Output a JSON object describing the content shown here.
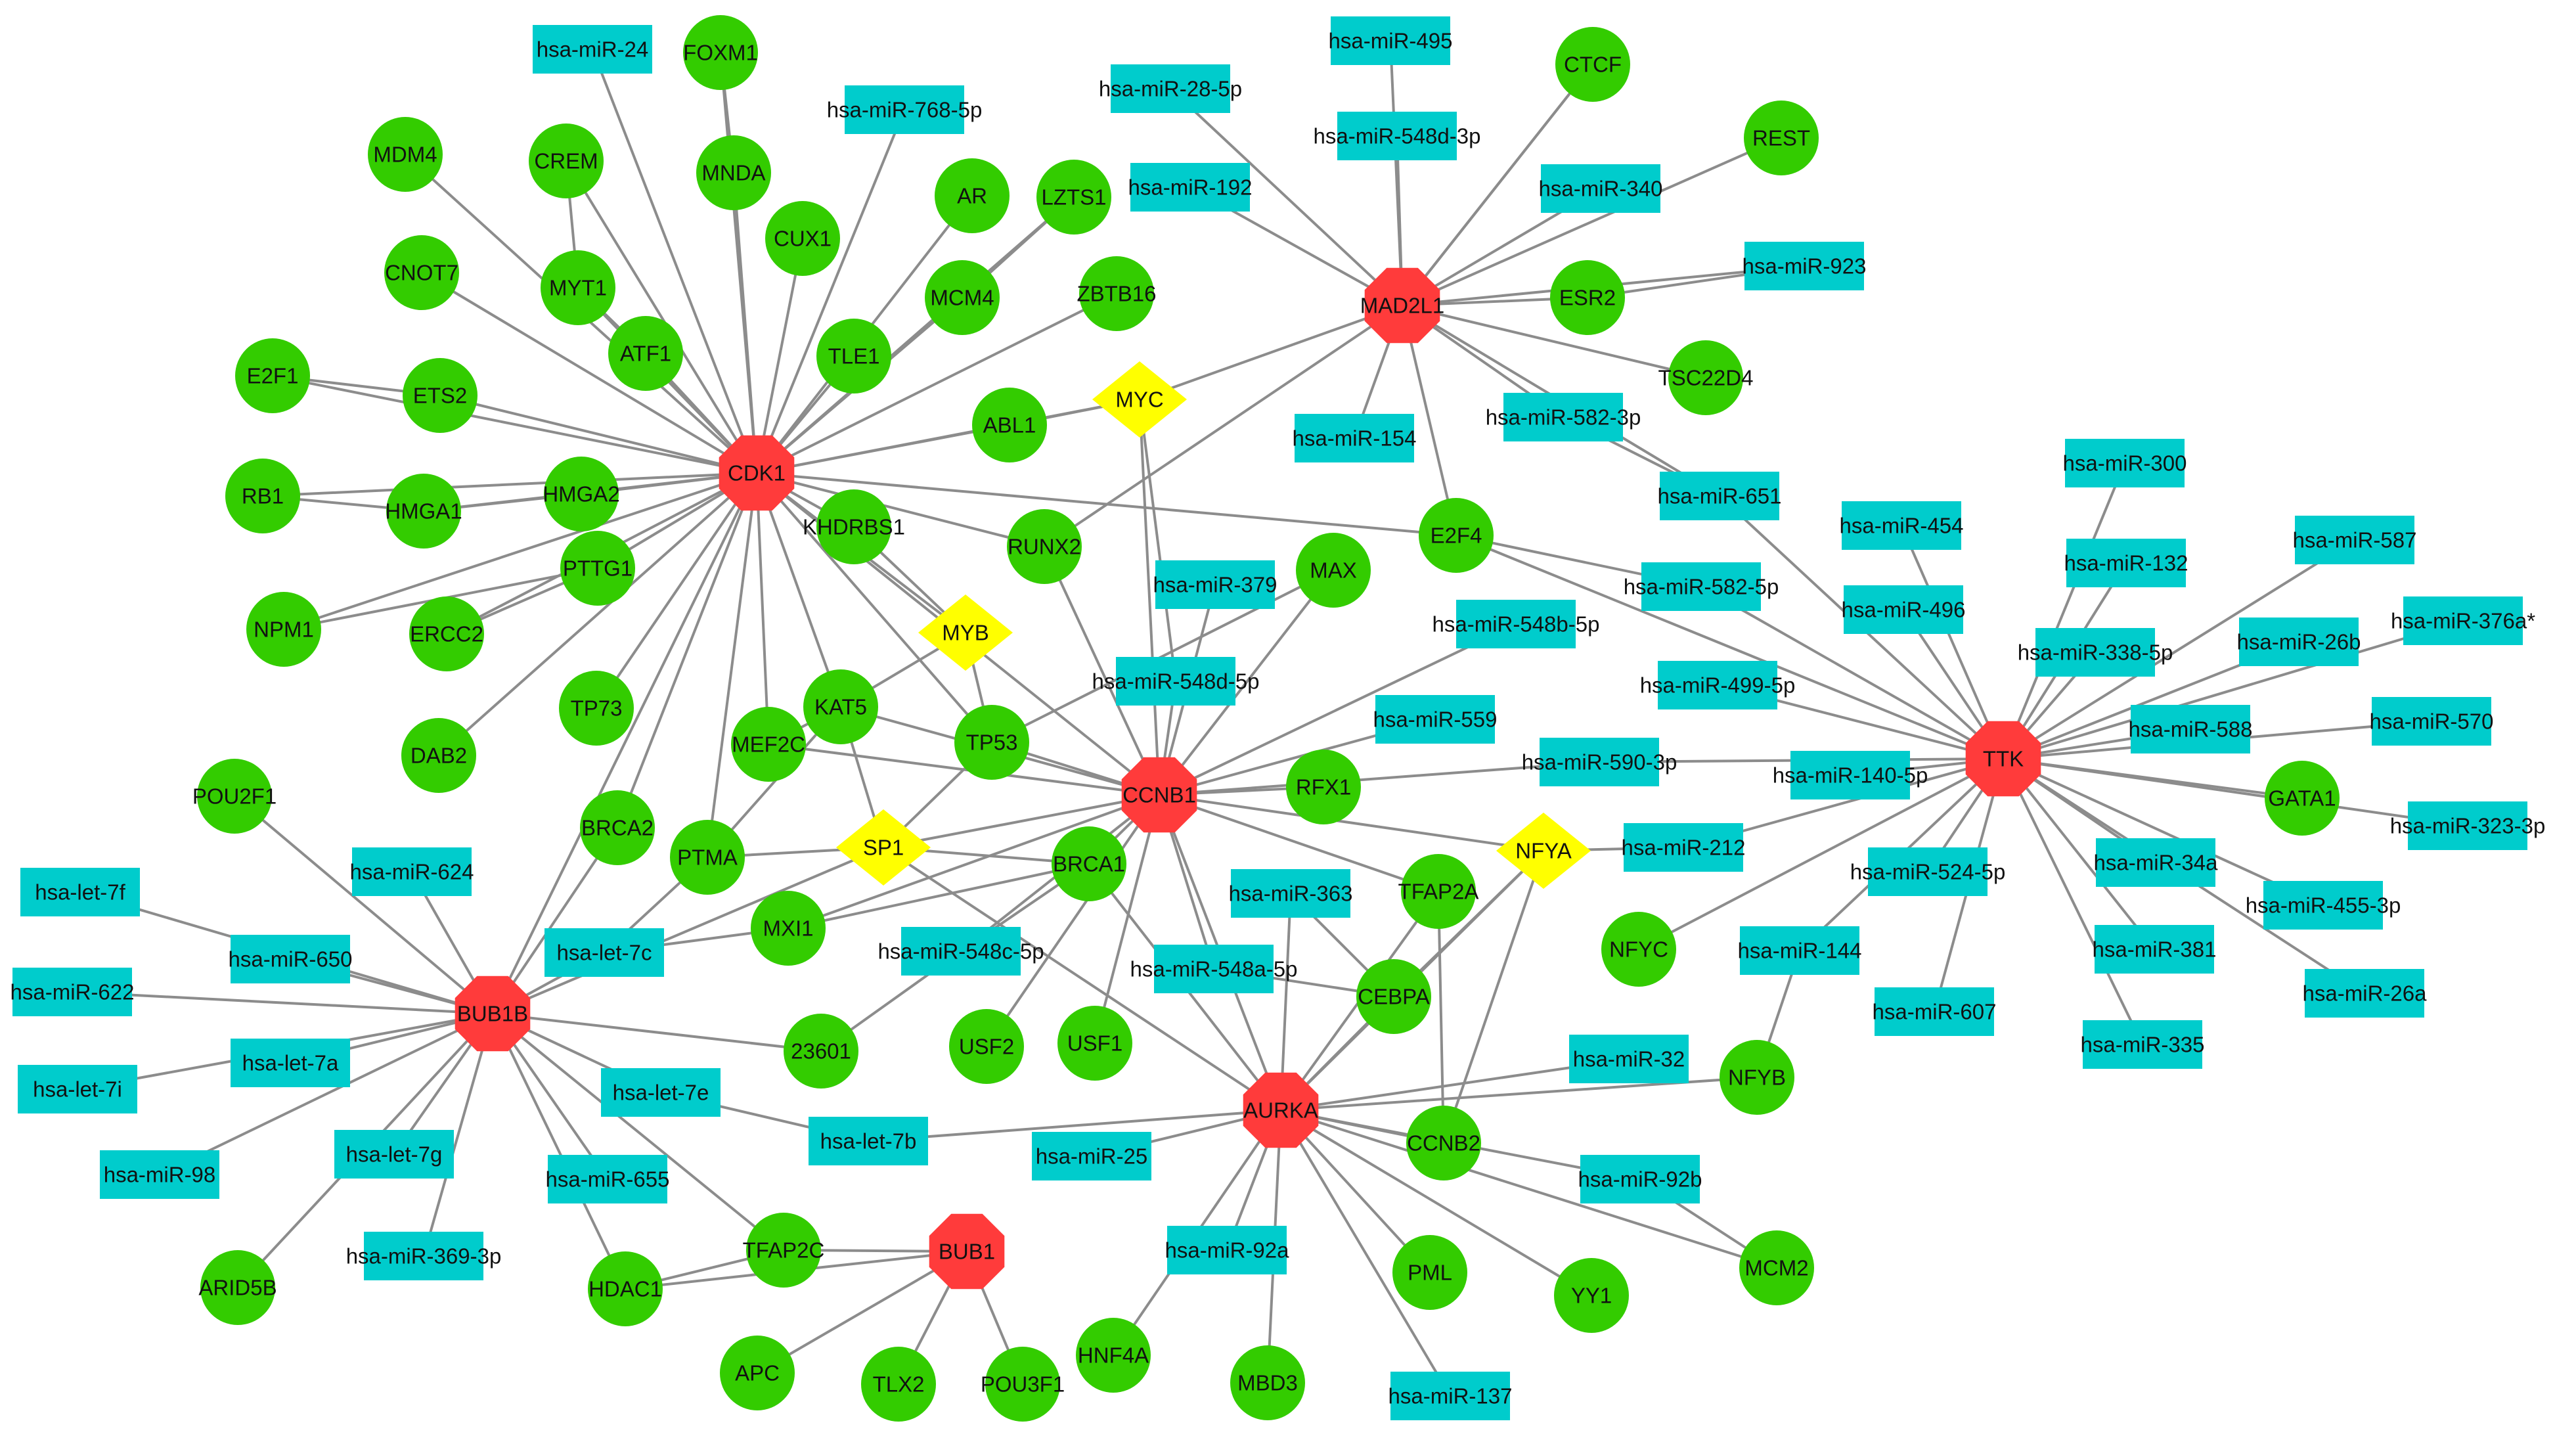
{
  "colors": {
    "hub": "#ff3b3b",
    "tf": "#ffff00",
    "gene": "#33cc00",
    "mirna": "#00cccc",
    "edge": "#8c8c8c"
  },
  "nodes": [
    {
      "id": "CDK1",
      "type": "hub"
    },
    {
      "id": "MAD2L1",
      "type": "hub"
    },
    {
      "id": "CCNB1",
      "type": "hub"
    },
    {
      "id": "TTK",
      "type": "hub"
    },
    {
      "id": "BUB1B",
      "type": "hub"
    },
    {
      "id": "AURKA",
      "type": "hub"
    },
    {
      "id": "BUB1",
      "type": "hub"
    },
    {
      "id": "MYC",
      "type": "tf"
    },
    {
      "id": "MYB",
      "type": "tf"
    },
    {
      "id": "SP1",
      "type": "tf"
    },
    {
      "id": "NFYA",
      "type": "tf"
    },
    {
      "id": "FOXM1",
      "type": "gene"
    },
    {
      "id": "MDM4",
      "type": "gene"
    },
    {
      "id": "CREM",
      "type": "gene"
    },
    {
      "id": "MNDA",
      "type": "gene"
    },
    {
      "id": "CUX1",
      "type": "gene"
    },
    {
      "id": "AR",
      "type": "gene"
    },
    {
      "id": "LZTS1",
      "type": "gene"
    },
    {
      "id": "CNOT7",
      "type": "gene"
    },
    {
      "id": "MYT1",
      "type": "gene"
    },
    {
      "id": "MCM4",
      "type": "gene"
    },
    {
      "id": "ZBTB16",
      "type": "gene"
    },
    {
      "id": "ATF1",
      "type": "gene"
    },
    {
      "id": "TLE1",
      "type": "gene"
    },
    {
      "id": "E2F1",
      "type": "gene"
    },
    {
      "id": "ETS2",
      "type": "gene"
    },
    {
      "id": "ABL1",
      "type": "gene"
    },
    {
      "id": "RB1",
      "type": "gene"
    },
    {
      "id": "HMGA1",
      "type": "gene"
    },
    {
      "id": "HMGA2",
      "type": "gene"
    },
    {
      "id": "KHDRBS1",
      "type": "gene"
    },
    {
      "id": "RUNX2",
      "type": "gene"
    },
    {
      "id": "PTTG1",
      "type": "gene"
    },
    {
      "id": "NPM1",
      "type": "gene"
    },
    {
      "id": "ERCC2",
      "type": "gene"
    },
    {
      "id": "MAX",
      "type": "gene"
    },
    {
      "id": "TP73",
      "type": "gene"
    },
    {
      "id": "KAT5",
      "type": "gene"
    },
    {
      "id": "MEF2C",
      "type": "gene"
    },
    {
      "id": "TP53",
      "type": "gene"
    },
    {
      "id": "DAB2",
      "type": "gene"
    },
    {
      "id": "POU2F1",
      "type": "gene"
    },
    {
      "id": "BRCA2",
      "type": "gene"
    },
    {
      "id": "PTMA",
      "type": "gene"
    },
    {
      "id": "RFX1",
      "type": "gene"
    },
    {
      "id": "BRCA1",
      "type": "gene"
    },
    {
      "id": "TFAP2A",
      "type": "gene"
    },
    {
      "id": "MXI1",
      "type": "gene"
    },
    {
      "id": "CEBPA",
      "type": "gene"
    },
    {
      "id": "NFYC",
      "type": "gene"
    },
    {
      "id": "23601",
      "type": "gene"
    },
    {
      "id": "USF2",
      "type": "gene"
    },
    {
      "id": "USF1",
      "type": "gene"
    },
    {
      "id": "NFYB",
      "type": "gene"
    },
    {
      "id": "CCNB2",
      "type": "gene"
    },
    {
      "id": "TFAP2C",
      "type": "gene"
    },
    {
      "id": "HDAC1",
      "type": "gene"
    },
    {
      "id": "ARID5B",
      "type": "gene"
    },
    {
      "id": "PML",
      "type": "gene"
    },
    {
      "id": "YY1",
      "type": "gene"
    },
    {
      "id": "MCM2",
      "type": "gene"
    },
    {
      "id": "APC",
      "type": "gene"
    },
    {
      "id": "TLX2",
      "type": "gene"
    },
    {
      "id": "POU3F1",
      "type": "gene"
    },
    {
      "id": "HNF4A",
      "type": "gene"
    },
    {
      "id": "MBD3",
      "type": "gene"
    },
    {
      "id": "CTCF",
      "type": "gene"
    },
    {
      "id": "REST",
      "type": "gene"
    },
    {
      "id": "ESR2",
      "type": "gene"
    },
    {
      "id": "TSC22D4",
      "type": "gene"
    },
    {
      "id": "E2F4",
      "type": "gene"
    },
    {
      "id": "GATA1",
      "type": "gene"
    },
    {
      "id": "hsa-miR-24",
      "type": "mirna"
    },
    {
      "id": "hsa-miR-768-5p",
      "type": "mirna"
    },
    {
      "id": "hsa-miR-495",
      "type": "mirna"
    },
    {
      "id": "hsa-miR-28-5p",
      "type": "mirna"
    },
    {
      "id": "hsa-miR-548d-3p",
      "type": "mirna"
    },
    {
      "id": "hsa-miR-192",
      "type": "mirna"
    },
    {
      "id": "hsa-miR-340",
      "type": "mirna"
    },
    {
      "id": "hsa-miR-923",
      "type": "mirna"
    },
    {
      "id": "hsa-miR-154",
      "type": "mirna"
    },
    {
      "id": "hsa-miR-582-3p",
      "type": "mirna"
    },
    {
      "id": "hsa-miR-651",
      "type": "mirna"
    },
    {
      "id": "hsa-miR-300",
      "type": "mirna"
    },
    {
      "id": "hsa-miR-454",
      "type": "mirna"
    },
    {
      "id": "hsa-miR-132",
      "type": "mirna"
    },
    {
      "id": "hsa-miR-587",
      "type": "mirna"
    },
    {
      "id": "hsa-miR-582-5p",
      "type": "mirna"
    },
    {
      "id": "hsa-miR-496",
      "type": "mirna"
    },
    {
      "id": "hsa-miR-376a*",
      "type": "mirna"
    },
    {
      "id": "hsa-miR-379",
      "type": "mirna"
    },
    {
      "id": "hsa-miR-548b-5p",
      "type": "mirna"
    },
    {
      "id": "hsa-miR-338-5p",
      "type": "mirna"
    },
    {
      "id": "hsa-miR-26b",
      "type": "mirna"
    },
    {
      "id": "hsa-miR-548d-5p",
      "type": "mirna"
    },
    {
      "id": "hsa-miR-499-5p",
      "type": "mirna"
    },
    {
      "id": "hsa-miR-559",
      "type": "mirna"
    },
    {
      "id": "hsa-miR-588",
      "type": "mirna"
    },
    {
      "id": "hsa-miR-570",
      "type": "mirna"
    },
    {
      "id": "hsa-miR-590-3p",
      "type": "mirna"
    },
    {
      "id": "hsa-miR-140-5p",
      "type": "mirna"
    },
    {
      "id": "hsa-miR-323-3p",
      "type": "mirna"
    },
    {
      "id": "hsa-miR-212",
      "type": "mirna"
    },
    {
      "id": "hsa-miR-524-5p",
      "type": "mirna"
    },
    {
      "id": "hsa-miR-34a",
      "type": "mirna"
    },
    {
      "id": "hsa-miR-455-3p",
      "type": "mirna"
    },
    {
      "id": "hsa-miR-363",
      "type": "mirna"
    },
    {
      "id": "hsa-miR-144",
      "type": "mirna"
    },
    {
      "id": "hsa-miR-381",
      "type": "mirna"
    },
    {
      "id": "hsa-miR-26a",
      "type": "mirna"
    },
    {
      "id": "hsa-miR-548c-5p",
      "type": "mirna"
    },
    {
      "id": "hsa-miR-607",
      "type": "mirna"
    },
    {
      "id": "hsa-miR-335",
      "type": "mirna"
    },
    {
      "id": "hsa-miR-548a-5p",
      "type": "mirna"
    },
    {
      "id": "hsa-let-7f",
      "type": "mirna"
    },
    {
      "id": "hsa-miR-624",
      "type": "mirna"
    },
    {
      "id": "hsa-miR-650",
      "type": "mirna"
    },
    {
      "id": "hsa-let-7c",
      "type": "mirna"
    },
    {
      "id": "hsa-miR-622",
      "type": "mirna"
    },
    {
      "id": "hsa-let-7a",
      "type": "mirna"
    },
    {
      "id": "hsa-let-7i",
      "type": "mirna"
    },
    {
      "id": "hsa-let-7e",
      "type": "mirna"
    },
    {
      "id": "hsa-miR-32",
      "type": "mirna"
    },
    {
      "id": "hsa-let-7b",
      "type": "mirna"
    },
    {
      "id": "hsa-let-7g",
      "type": "mirna"
    },
    {
      "id": "hsa-miR-98",
      "type": "mirna"
    },
    {
      "id": "hsa-miR-655",
      "type": "mirna"
    },
    {
      "id": "hsa-miR-25",
      "type": "mirna"
    },
    {
      "id": "hsa-miR-92b",
      "type": "mirna"
    },
    {
      "id": "hsa-miR-369-3p",
      "type": "mirna"
    },
    {
      "id": "hsa-miR-92a",
      "type": "mirna"
    },
    {
      "id": "hsa-miR-137",
      "type": "mirna"
    }
  ],
  "edges": [
    [
      "CDK1",
      "hsa-miR-24"
    ],
    [
      "CDK1",
      "FOXM1"
    ],
    [
      "CDK1",
      "hsa-miR-768-5p"
    ],
    [
      "CDK1",
      "MDM4"
    ],
    [
      "CDK1",
      "CREM"
    ],
    [
      "CDK1",
      "MNDA"
    ],
    [
      "CDK1",
      "CUX1"
    ],
    [
      "CDK1",
      "AR"
    ],
    [
      "CDK1",
      "LZTS1"
    ],
    [
      "CDK1",
      "CNOT7"
    ],
    [
      "CDK1",
      "MYT1"
    ],
    [
      "CDK1",
      "MCM4"
    ],
    [
      "CDK1",
      "ZBTB16"
    ],
    [
      "CDK1",
      "ATF1"
    ],
    [
      "CDK1",
      "TLE1"
    ],
    [
      "CDK1",
      "E2F1"
    ],
    [
      "CDK1",
      "ETS2"
    ],
    [
      "CDK1",
      "ABL1"
    ],
    [
      "CDK1",
      "RB1"
    ],
    [
      "CDK1",
      "HMGA1"
    ],
    [
      "CDK1",
      "HMGA2"
    ],
    [
      "CDK1",
      "KHDRBS1"
    ],
    [
      "CDK1",
      "RUNX2"
    ],
    [
      "CDK1",
      "PTTG1"
    ],
    [
      "CDK1",
      "NPM1"
    ],
    [
      "CDK1",
      "ERCC2"
    ],
    [
      "CDK1",
      "TP73"
    ],
    [
      "CDK1",
      "KAT5"
    ],
    [
      "CDK1",
      "MEF2C"
    ],
    [
      "CDK1",
      "TP53"
    ],
    [
      "CDK1",
      "DAB2"
    ],
    [
      "CDK1",
      "BRCA2"
    ],
    [
      "CDK1",
      "PTMA"
    ],
    [
      "CDK1",
      "E2F4"
    ],
    [
      "CDK1",
      "MYB"
    ],
    [
      "CDK1",
      "CCNB1"
    ],
    [
      "CDK1",
      "MYC"
    ],
    [
      "MAD2L1",
      "hsa-miR-495"
    ],
    [
      "MAD2L1",
      "hsa-miR-28-5p"
    ],
    [
      "MAD2L1",
      "hsa-miR-548d-3p"
    ],
    [
      "MAD2L1",
      "hsa-miR-192"
    ],
    [
      "MAD2L1",
      "CTCF"
    ],
    [
      "MAD2L1",
      "REST"
    ],
    [
      "MAD2L1",
      "hsa-miR-340"
    ],
    [
      "MAD2L1",
      "hsa-miR-923"
    ],
    [
      "MAD2L1",
      "ESR2"
    ],
    [
      "MAD2L1",
      "TSC22D4"
    ],
    [
      "MAD2L1",
      "hsa-miR-154"
    ],
    [
      "MAD2L1",
      "hsa-miR-582-3p"
    ],
    [
      "MAD2L1",
      "E2F4"
    ],
    [
      "MAD2L1",
      "MYC"
    ],
    [
      "MAD2L1",
      "RUNX2"
    ],
    [
      "MAD2L1",
      "hsa-miR-651"
    ],
    [
      "TTK",
      "hsa-miR-300"
    ],
    [
      "TTK",
      "hsa-miR-454"
    ],
    [
      "TTK",
      "hsa-miR-132"
    ],
    [
      "TTK",
      "hsa-miR-587"
    ],
    [
      "TTK",
      "hsa-miR-496"
    ],
    [
      "TTK",
      "hsa-miR-376a*"
    ],
    [
      "TTK",
      "hsa-miR-338-5p"
    ],
    [
      "TTK",
      "hsa-miR-26b"
    ],
    [
      "TTK",
      "hsa-miR-588"
    ],
    [
      "TTK",
      "hsa-miR-570"
    ],
    [
      "TTK",
      "hsa-miR-582-5p"
    ],
    [
      "TTK",
      "hsa-miR-499-5p"
    ],
    [
      "TTK",
      "hsa-miR-140-5p"
    ],
    [
      "TTK",
      "GATA1"
    ],
    [
      "TTK",
      "hsa-miR-323-3p"
    ],
    [
      "TTK",
      "hsa-miR-212"
    ],
    [
      "TTK",
      "hsa-miR-524-5p"
    ],
    [
      "TTK",
      "hsa-miR-34a"
    ],
    [
      "TTK",
      "hsa-miR-455-3p"
    ],
    [
      "TTK",
      "hsa-miR-144"
    ],
    [
      "TTK",
      "hsa-miR-381"
    ],
    [
      "TTK",
      "hsa-miR-26a"
    ],
    [
      "TTK",
      "hsa-miR-607"
    ],
    [
      "TTK",
      "hsa-miR-335"
    ],
    [
      "TTK",
      "hsa-miR-651"
    ],
    [
      "TTK",
      "E2F4"
    ],
    [
      "TTK",
      "NFYC"
    ],
    [
      "TTK",
      "hsa-miR-590-3p"
    ],
    [
      "CCNB1",
      "hsa-miR-379"
    ],
    [
      "CCNB1",
      "MAX"
    ],
    [
      "CCNB1",
      "hsa-miR-548b-5p"
    ],
    [
      "CCNB1",
      "hsa-miR-548d-5p"
    ],
    [
      "CCNB1",
      "hsa-miR-559"
    ],
    [
      "CCNB1",
      "RFX1"
    ],
    [
      "CCNB1",
      "hsa-miR-590-3p"
    ],
    [
      "CCNB1",
      "TP53"
    ],
    [
      "CCNB1",
      "KAT5"
    ],
    [
      "CCNB1",
      "MEF2C"
    ],
    [
      "CCNB1",
      "RUNX2"
    ],
    [
      "CCNB1",
      "SP1"
    ],
    [
      "CCNB1",
      "BRCA1"
    ],
    [
      "CCNB1",
      "NFYA"
    ],
    [
      "CCNB1",
      "MXI1"
    ],
    [
      "CCNB1",
      "hsa-miR-548c-5p"
    ],
    [
      "CCNB1",
      "USF2"
    ],
    [
      "CCNB1",
      "USF1"
    ],
    [
      "CCNB1",
      "hsa-miR-548a-5p"
    ],
    [
      "CCNB1",
      "AURKA"
    ],
    [
      "CCNB1",
      "MYC"
    ],
    [
      "CCNB1",
      "TFAP2A"
    ],
    [
      "BUB1B",
      "POU2F1"
    ],
    [
      "BUB1B",
      "hsa-miR-624"
    ],
    [
      "BUB1B",
      "hsa-let-7f"
    ],
    [
      "BUB1B",
      "hsa-miR-650"
    ],
    [
      "BUB1B",
      "hsa-let-7c"
    ],
    [
      "BUB1B",
      "hsa-miR-622"
    ],
    [
      "BUB1B",
      "hsa-let-7a"
    ],
    [
      "BUB1B",
      "hsa-let-7i"
    ],
    [
      "BUB1B",
      "hsa-let-7e"
    ],
    [
      "BUB1B",
      "hsa-let-7g"
    ],
    [
      "BUB1B",
      "hsa-miR-98"
    ],
    [
      "BUB1B",
      "hsa-miR-655"
    ],
    [
      "BUB1B",
      "hsa-miR-369-3p"
    ],
    [
      "BUB1B",
      "ARID5B"
    ],
    [
      "BUB1B",
      "HDAC1"
    ],
    [
      "BUB1B",
      "TFAP2C"
    ],
    [
      "BUB1B",
      "23601"
    ],
    [
      "BUB1B",
      "BRCA2"
    ],
    [
      "BUB1B",
      "SP1"
    ],
    [
      "BUB1B",
      "CDK1"
    ],
    [
      "AURKA",
      "hsa-miR-363"
    ],
    [
      "AURKA",
      "CEBPA"
    ],
    [
      "AURKA",
      "TFAP2A"
    ],
    [
      "AURKA",
      "NFYA"
    ],
    [
      "AURKA",
      "hsa-miR-32"
    ],
    [
      "AURKA",
      "NFYB"
    ],
    [
      "AURKA",
      "CCNB2"
    ],
    [
      "AURKA",
      "hsa-miR-92b"
    ],
    [
      "AURKA",
      "MCM2"
    ],
    [
      "AURKA",
      "YY1"
    ],
    [
      "AURKA",
      "PML"
    ],
    [
      "AURKA",
      "hsa-miR-137"
    ],
    [
      "AURKA",
      "MBD3"
    ],
    [
      "AURKA",
      "HNF4A"
    ],
    [
      "AURKA",
      "hsa-miR-92a"
    ],
    [
      "AURKA",
      "hsa-miR-25"
    ],
    [
      "AURKA",
      "hsa-let-7b"
    ],
    [
      "AURKA",
      "SP1"
    ],
    [
      "AURKA",
      "BRCA1"
    ],
    [
      "BUB1",
      "TFAP2C"
    ],
    [
      "BUB1",
      "APC"
    ],
    [
      "BUB1",
      "TLX2"
    ],
    [
      "BUB1",
      "POU3F1"
    ],
    [
      "BUB1",
      "HDAC1"
    ],
    [
      "MYC",
      "ABL1"
    ],
    [
      "MYC",
      "hsa-miR-548d-5p"
    ],
    [
      "MYB",
      "KHDRBS1"
    ],
    [
      "MYB",
      "TP53"
    ],
    [
      "MYB",
      "KAT5"
    ],
    [
      "SP1",
      "KAT5"
    ],
    [
      "SP1",
      "PTMA"
    ],
    [
      "SP1",
      "TP53"
    ],
    [
      "SP1",
      "BRCA1"
    ],
    [
      "NFYA",
      "CCNB2"
    ],
    [
      "NFYA",
      "CEBPA"
    ],
    [
      "NFYA",
      "hsa-miR-212"
    ],
    [
      "E2F1",
      "ETS2"
    ],
    [
      "RB1",
      "HMGA1"
    ],
    [
      "HMGA1",
      "HMGA2"
    ],
    [
      "NPM1",
      "PTTG1"
    ],
    [
      "ERCC2",
      "PTTG1"
    ],
    [
      "CREM",
      "MYT1"
    ],
    [
      "MYT1",
      "ATF1"
    ],
    [
      "MNDA",
      "FOXM1"
    ],
    [
      "MCM4",
      "LZTS1"
    ],
    [
      "KAT5",
      "MEF2C"
    ],
    [
      "KAT5",
      "PTMA"
    ],
    [
      "PTMA",
      "hsa-let-7c"
    ],
    [
      "hsa-let-7c",
      "MXI1"
    ],
    [
      "BRCA1",
      "MXI1"
    ],
    [
      "BRCA1",
      "hsa-miR-548c-5p"
    ],
    [
      "CEBPA",
      "hsa-miR-363"
    ],
    [
      "CEBPA",
      "hsa-miR-548a-5p"
    ],
    [
      "hsa-let-7e",
      "hsa-let-7b"
    ],
    [
      "CCNB2",
      "TFAP2A"
    ],
    [
      "hsa-miR-92b",
      "MCM2"
    ],
    [
      "NFYB",
      "hsa-miR-144"
    ],
    [
      "TFAP2C",
      "HDAC1"
    ],
    [
      "hsa-miR-548c-5p",
      "23601"
    ],
    [
      "ESR2",
      "hsa-miR-923"
    ],
    [
      "CTCF",
      "MAD2L1"
    ],
    [
      "E2F4",
      "hsa-miR-582-5p"
    ],
    [
      "TP53",
      "MAX"
    ],
    [
      "hsa-miR-582-3p",
      "hsa-miR-651"
    ]
  ]
}
